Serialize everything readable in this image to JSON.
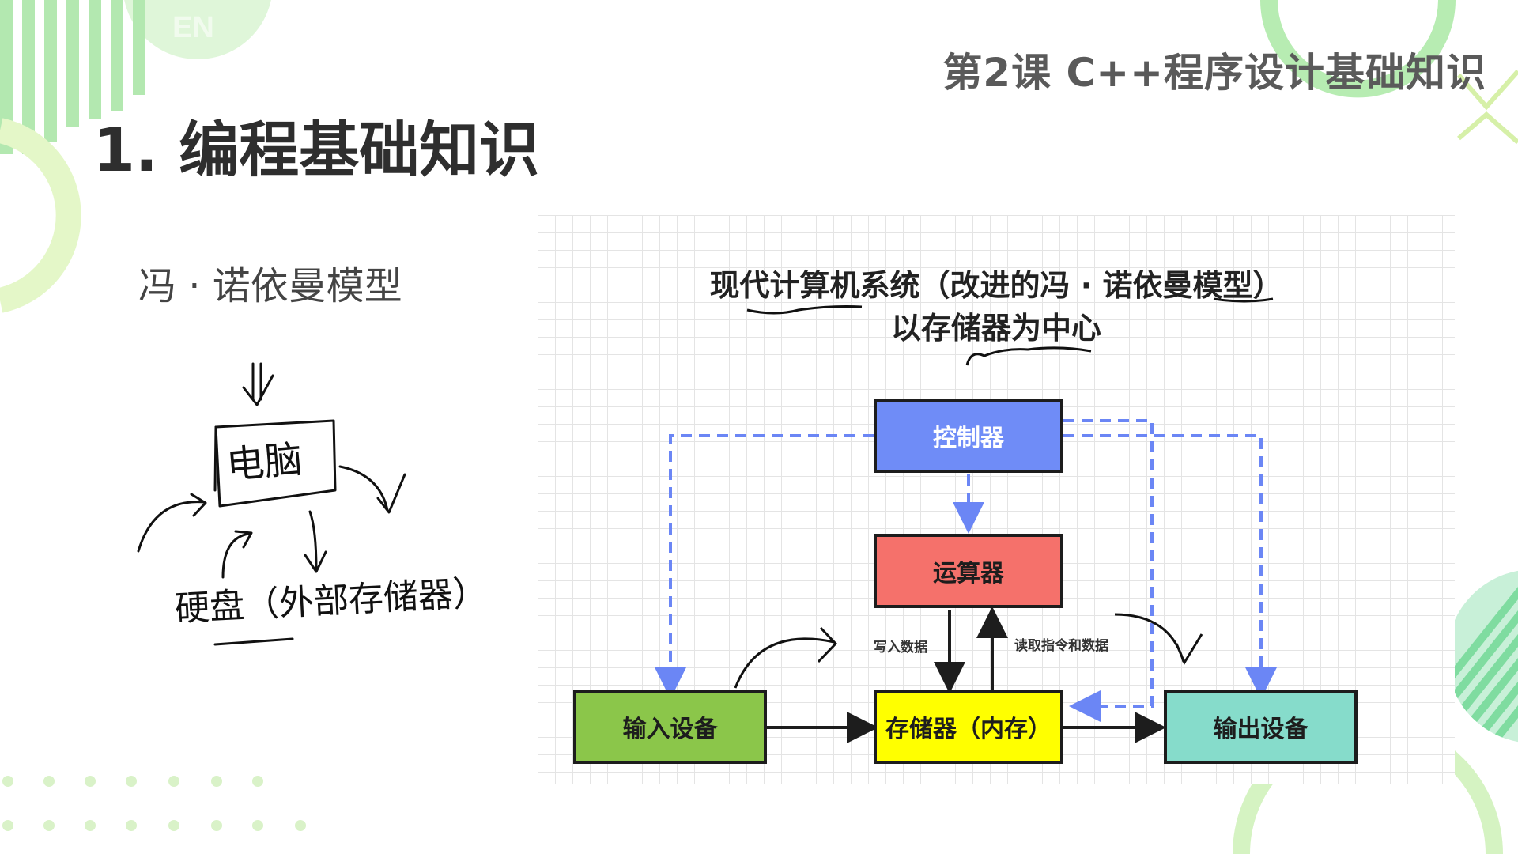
{
  "slide": {
    "course_title": "第2课 C++程序设计基础知识",
    "title": "1. 编程基础知识",
    "corner_tag": "EN"
  },
  "left_panel": {
    "label": "冯 · 诺依曼模型",
    "handwriting": {
      "top_box": "电脑",
      "bottom": "硬盘（外部存储器）"
    }
  },
  "diagram": {
    "title": "现代计算机系统（改进的冯 · 诺依曼模型）",
    "subtitle": "以存储器为中心",
    "nodes": {
      "controller": "控制器",
      "alu": "运算器",
      "input": "输入设备",
      "memory": "存储器（内存）",
      "output": "输出设备"
    },
    "edge_labels": {
      "write": "写入数据",
      "read": "读取指令和数据"
    }
  },
  "colors": {
    "controller": "#6f8cf7",
    "alu": "#f5716b",
    "input": "#8bc64a",
    "memory": "#ffff00",
    "output": "#86dccb",
    "dashed_arrow": "#6b86f5",
    "accent_green": "#a8e6a0"
  }
}
